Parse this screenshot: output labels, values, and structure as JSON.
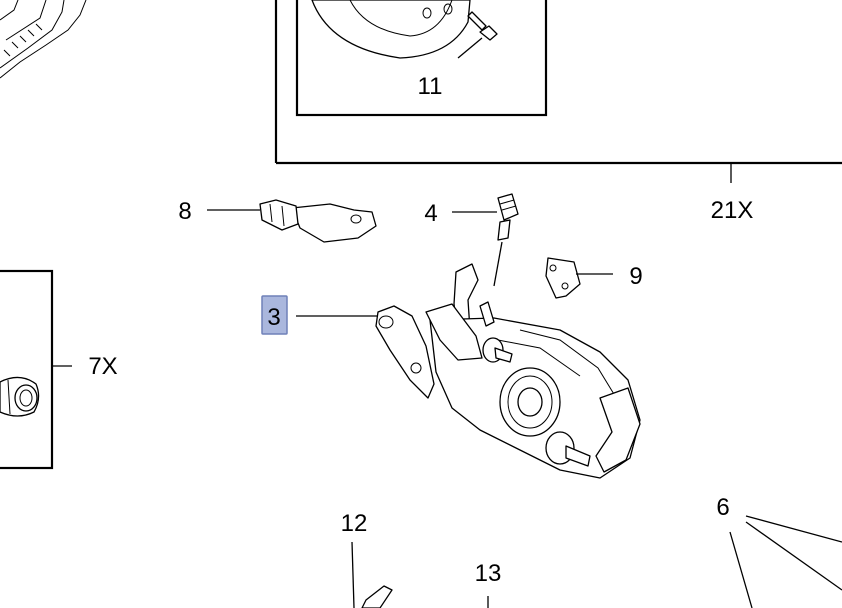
{
  "callouts": {
    "c11": "11",
    "c21x": "21X",
    "c8": "8",
    "c4": "4",
    "c9": "9",
    "c3": "3",
    "c7x": "7X",
    "c12": "12",
    "c13": "13",
    "c6": "6"
  },
  "colors": {
    "highlight_fill": "#aab7dd",
    "highlight_stroke": "#6f80b8",
    "line": "#000000",
    "background": "#ffffff"
  },
  "highlighted_callout": "3"
}
